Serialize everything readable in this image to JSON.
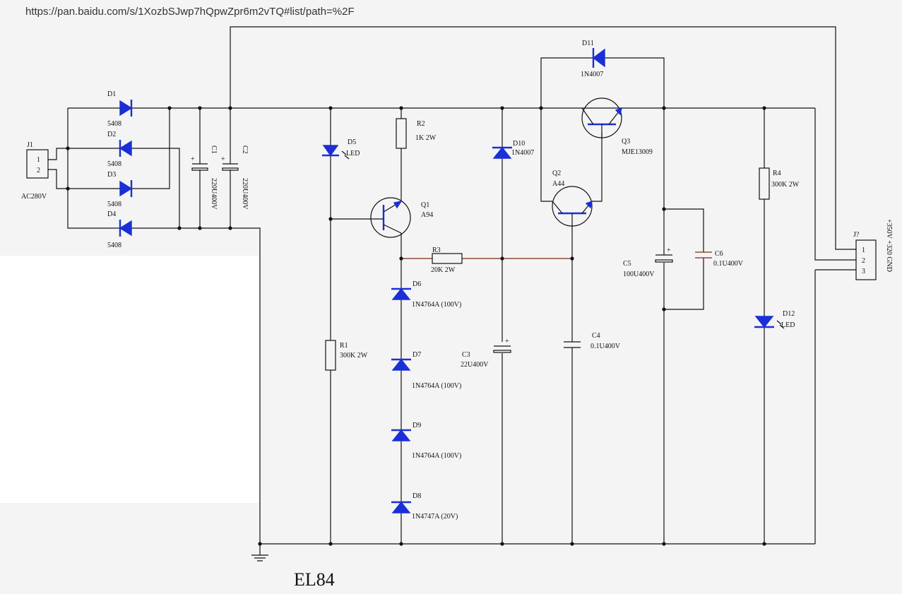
{
  "url": "https://pan.baidu.com/s/1XozbSJwp7hQpwZpr6m2vTQ#list/path=%2F",
  "title": "EL84",
  "j1": {
    "ref": "J1",
    "pin1": "1",
    "pin2": "2",
    "value": "AC280V"
  },
  "j2": {
    "ref": "J?",
    "pin1": "1",
    "pin2": "2",
    "pin3": "3",
    "value": "+350V +320 GND"
  },
  "d1": {
    "ref": "D1",
    "value": "5408"
  },
  "d2": {
    "ref": "D2",
    "value": "5408"
  },
  "d3": {
    "ref": "D3",
    "value": "5408"
  },
  "d4": {
    "ref": "D4",
    "value": "5408"
  },
  "c1": {
    "ref": "C1",
    "value": "220U400V"
  },
  "c2": {
    "ref": "C2",
    "value": "220U400V"
  },
  "c3": {
    "ref": "C3",
    "value": "22U400V"
  },
  "c4": {
    "ref": "C4",
    "value": "0.1U400V"
  },
  "c5": {
    "ref": "C5",
    "value": "100U400V"
  },
  "c6": {
    "ref": "C6",
    "value": "0.1U400V"
  },
  "d5": {
    "ref": "D5",
    "value": "LED"
  },
  "d12": {
    "ref": "D12",
    "value": "LED"
  },
  "r1": {
    "ref": "R1",
    "value": "300K 2W"
  },
  "r2": {
    "ref": "R2",
    "value": "1K 2W"
  },
  "r3": {
    "ref": "R3",
    "value": "20K 2W"
  },
  "r4": {
    "ref": "R4",
    "value": "300K 2W"
  },
  "q1": {
    "ref": "Q1",
    "value": "A94"
  },
  "q2": {
    "ref": "Q2",
    "value": "A44"
  },
  "q3": {
    "ref": "Q3",
    "value": "MJE13009"
  },
  "d6": {
    "ref": "D6",
    "value": "1N4764A (100V)"
  },
  "d7": {
    "ref": "D7",
    "value": "1N4764A (100V)"
  },
  "d9": {
    "ref": "D9",
    "value": "1N4764A (100V)"
  },
  "d8": {
    "ref": "D8",
    "value": "1N4747A (20V)"
  },
  "d10": {
    "ref": "D10",
    "value": "1N4007"
  },
  "d11": {
    "ref": "D11",
    "value": "1N4007"
  },
  "colors": {
    "component": "#1b2fd6",
    "wire": "#111111",
    "r3_wire": "#7a2a10"
  }
}
